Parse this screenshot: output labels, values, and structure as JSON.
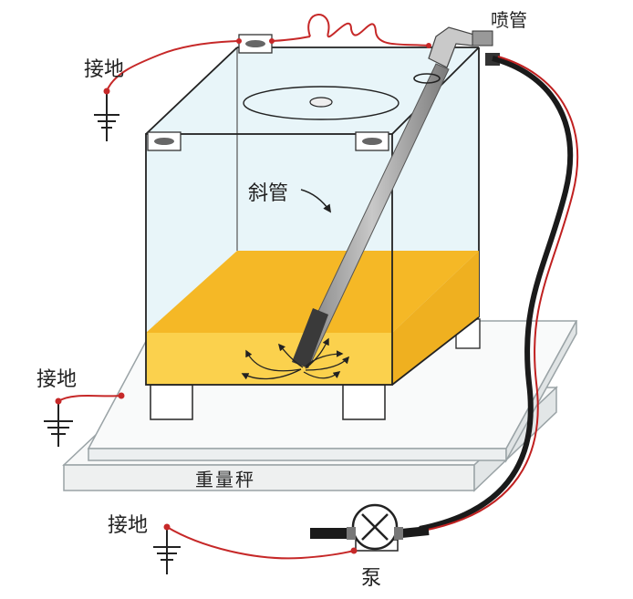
{
  "labels": {
    "ground_top": "接地",
    "ground_mid": "接地",
    "ground_bottom": "接地",
    "scale": "重量秤",
    "nozzle": "喷管",
    "tube": "斜管",
    "pump": "泵"
  },
  "colors": {
    "liquid": "#f8c43a",
    "liquid_front": "#fbd15a",
    "glass": "#dff2f8",
    "wire": "#d42a2a",
    "hose": "#1a1a1a",
    "tube": "#9a9a9a",
    "scale": "#f1f3f3"
  }
}
